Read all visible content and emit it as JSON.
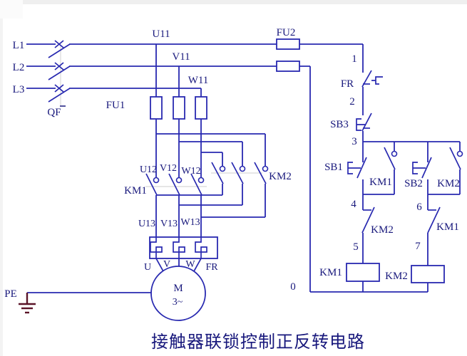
{
  "title": "接触器联锁控制正反转电路",
  "colors": {
    "wire": "#2829b0",
    "label": "#18187c",
    "earth": "#5a1428",
    "linkage": "#d8d8d8"
  },
  "main_circuit": {
    "phase_l1": "L1",
    "phase_l2": "L2",
    "phase_l3": "L3",
    "breaker": "QF",
    "main_fuse": "FU1",
    "wire_u11": "U11",
    "wire_v11": "V11",
    "wire_w11": "W11",
    "wire_u12": "U12",
    "wire_v12": "V12",
    "wire_w12": "W12",
    "wire_u13": "U13",
    "wire_v13": "V13",
    "wire_w13": "W13",
    "forward_contacts": "KM1",
    "reverse_contacts": "KM2",
    "thermal_relay": "FR",
    "terminal_u": "U",
    "terminal_v": "V",
    "terminal_w": "W",
    "motor_letter": "M",
    "motor_phase": "3~",
    "earth": "PE"
  },
  "control_circuit": {
    "control_fuse": "FU2",
    "node_1": "1",
    "node_2": "2",
    "node_3": "3",
    "node_4": "4",
    "node_5": "5",
    "node_6": "6",
    "node_7": "7",
    "node_0": "0",
    "thermal_contact": "FR",
    "stop_button": "SB3",
    "forward_button": "SB1",
    "reverse_button": "SB2",
    "km1_selfhold": "KM1",
    "km2_selfhold": "KM2",
    "km2_interlock": "KM2",
    "km1_interlock": "KM1",
    "km1_coil": "KM1",
    "km2_coil": "KM2"
  }
}
